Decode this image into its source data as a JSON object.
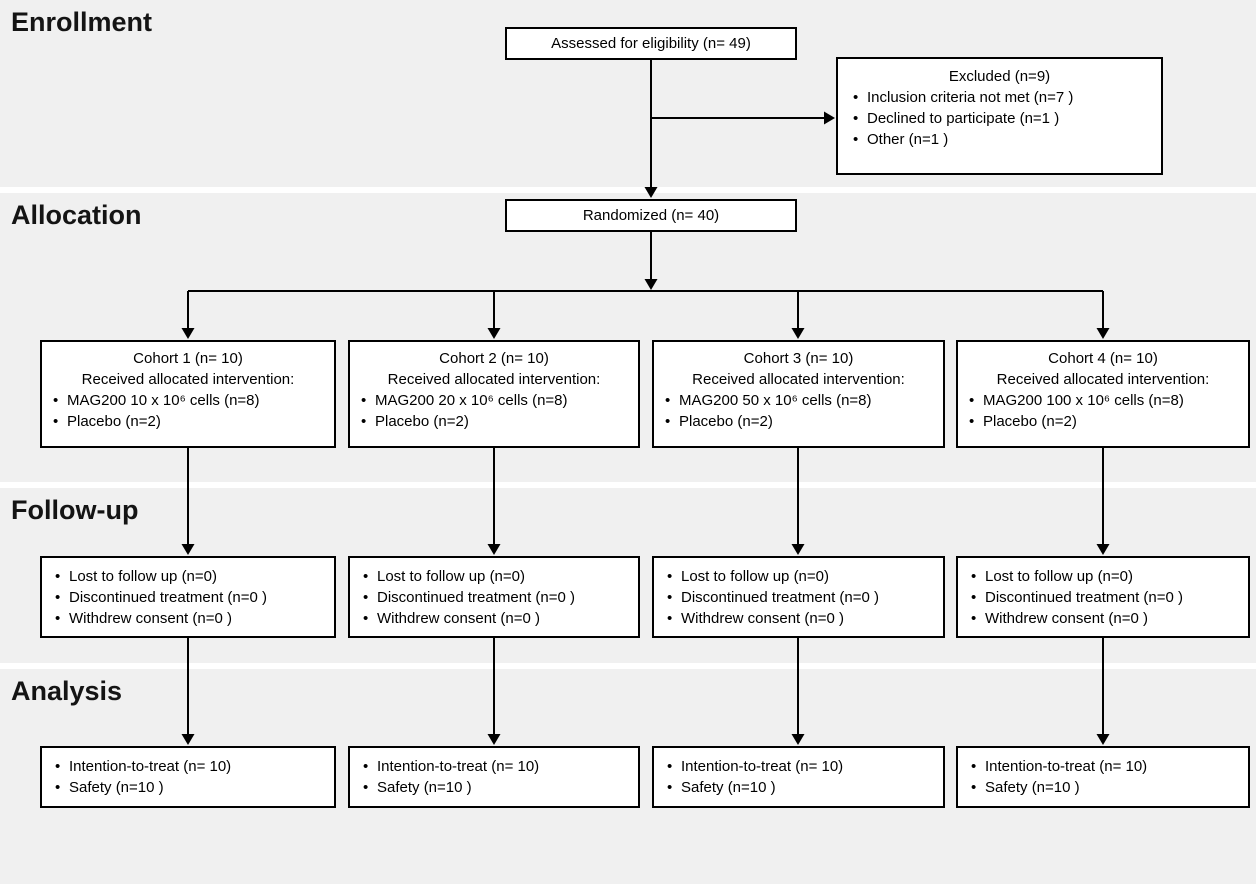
{
  "sections": [
    {
      "label": "Enrollment"
    },
    {
      "label": "Allocation"
    },
    {
      "label": "Follow-up"
    },
    {
      "label": "Analysis"
    }
  ],
  "enrollment": {
    "assessed": "Assessed for eligibility (n= 49)",
    "excluded_title": "Excluded (n=9)",
    "excluded_items": [
      "Inclusion criteria not met (n=7 )",
      "Declined to participate (n=1 )",
      "Other (n=1 )"
    ]
  },
  "allocation": {
    "randomized": "Randomized (n= 40)",
    "cohorts": [
      {
        "title": "Cohort 1 (n= 10)",
        "subtitle": "Received allocated intervention:",
        "items": [
          "MAG200 10 x 10⁶ cells (n=8)",
          "Placebo (n=2)"
        ]
      },
      {
        "title": "Cohort 2 (n= 10)",
        "subtitle": "Received allocated intervention:",
        "items": [
          "MAG200 20 x 10⁶ cells (n=8)",
          "Placebo (n=2)"
        ]
      },
      {
        "title": "Cohort 3 (n= 10)",
        "subtitle": "Received allocated intervention:",
        "items": [
          "MAG200 50 x 10⁶ cells (n=8)",
          "Placebo (n=2)"
        ]
      },
      {
        "title": "Cohort 4 (n= 10)",
        "subtitle": "Received allocated intervention:",
        "items": [
          "MAG200 100 x 10⁶ cells (n=8)",
          "Placebo (n=2)"
        ]
      }
    ]
  },
  "followup": {
    "boxes": [
      {
        "items": [
          "Lost to follow up (n=0)",
          "Discontinued treatment (n=0 )",
          "Withdrew consent (n=0 )"
        ]
      },
      {
        "items": [
          "Lost to follow up (n=0)",
          "Discontinued treatment (n=0 )",
          "Withdrew consent (n=0 )"
        ]
      },
      {
        "items": [
          "Lost to follow up (n=0)",
          "Discontinued treatment (n=0 )",
          "Withdrew consent (n=0 )"
        ]
      },
      {
        "items": [
          "Lost to follow up (n=0)",
          "Discontinued treatment (n=0 )",
          "Withdrew consent (n=0 )"
        ]
      }
    ]
  },
  "analysis": {
    "boxes": [
      {
        "items": [
          "Intention-to-treat (n= 10)",
          "Safety (n=10 )"
        ]
      },
      {
        "items": [
          "Intention-to-treat (n= 10)",
          "Safety (n=10 )"
        ]
      },
      {
        "items": [
          "Intention-to-treat (n= 10)",
          "Safety (n=10 )"
        ]
      },
      {
        "items": [
          "Intention-to-treat (n= 10)",
          "Safety (n=10 )"
        ]
      }
    ]
  },
  "colors": {
    "band_background": "#f0f0f0",
    "box_border": "#000000",
    "text_color": "#000000"
  }
}
